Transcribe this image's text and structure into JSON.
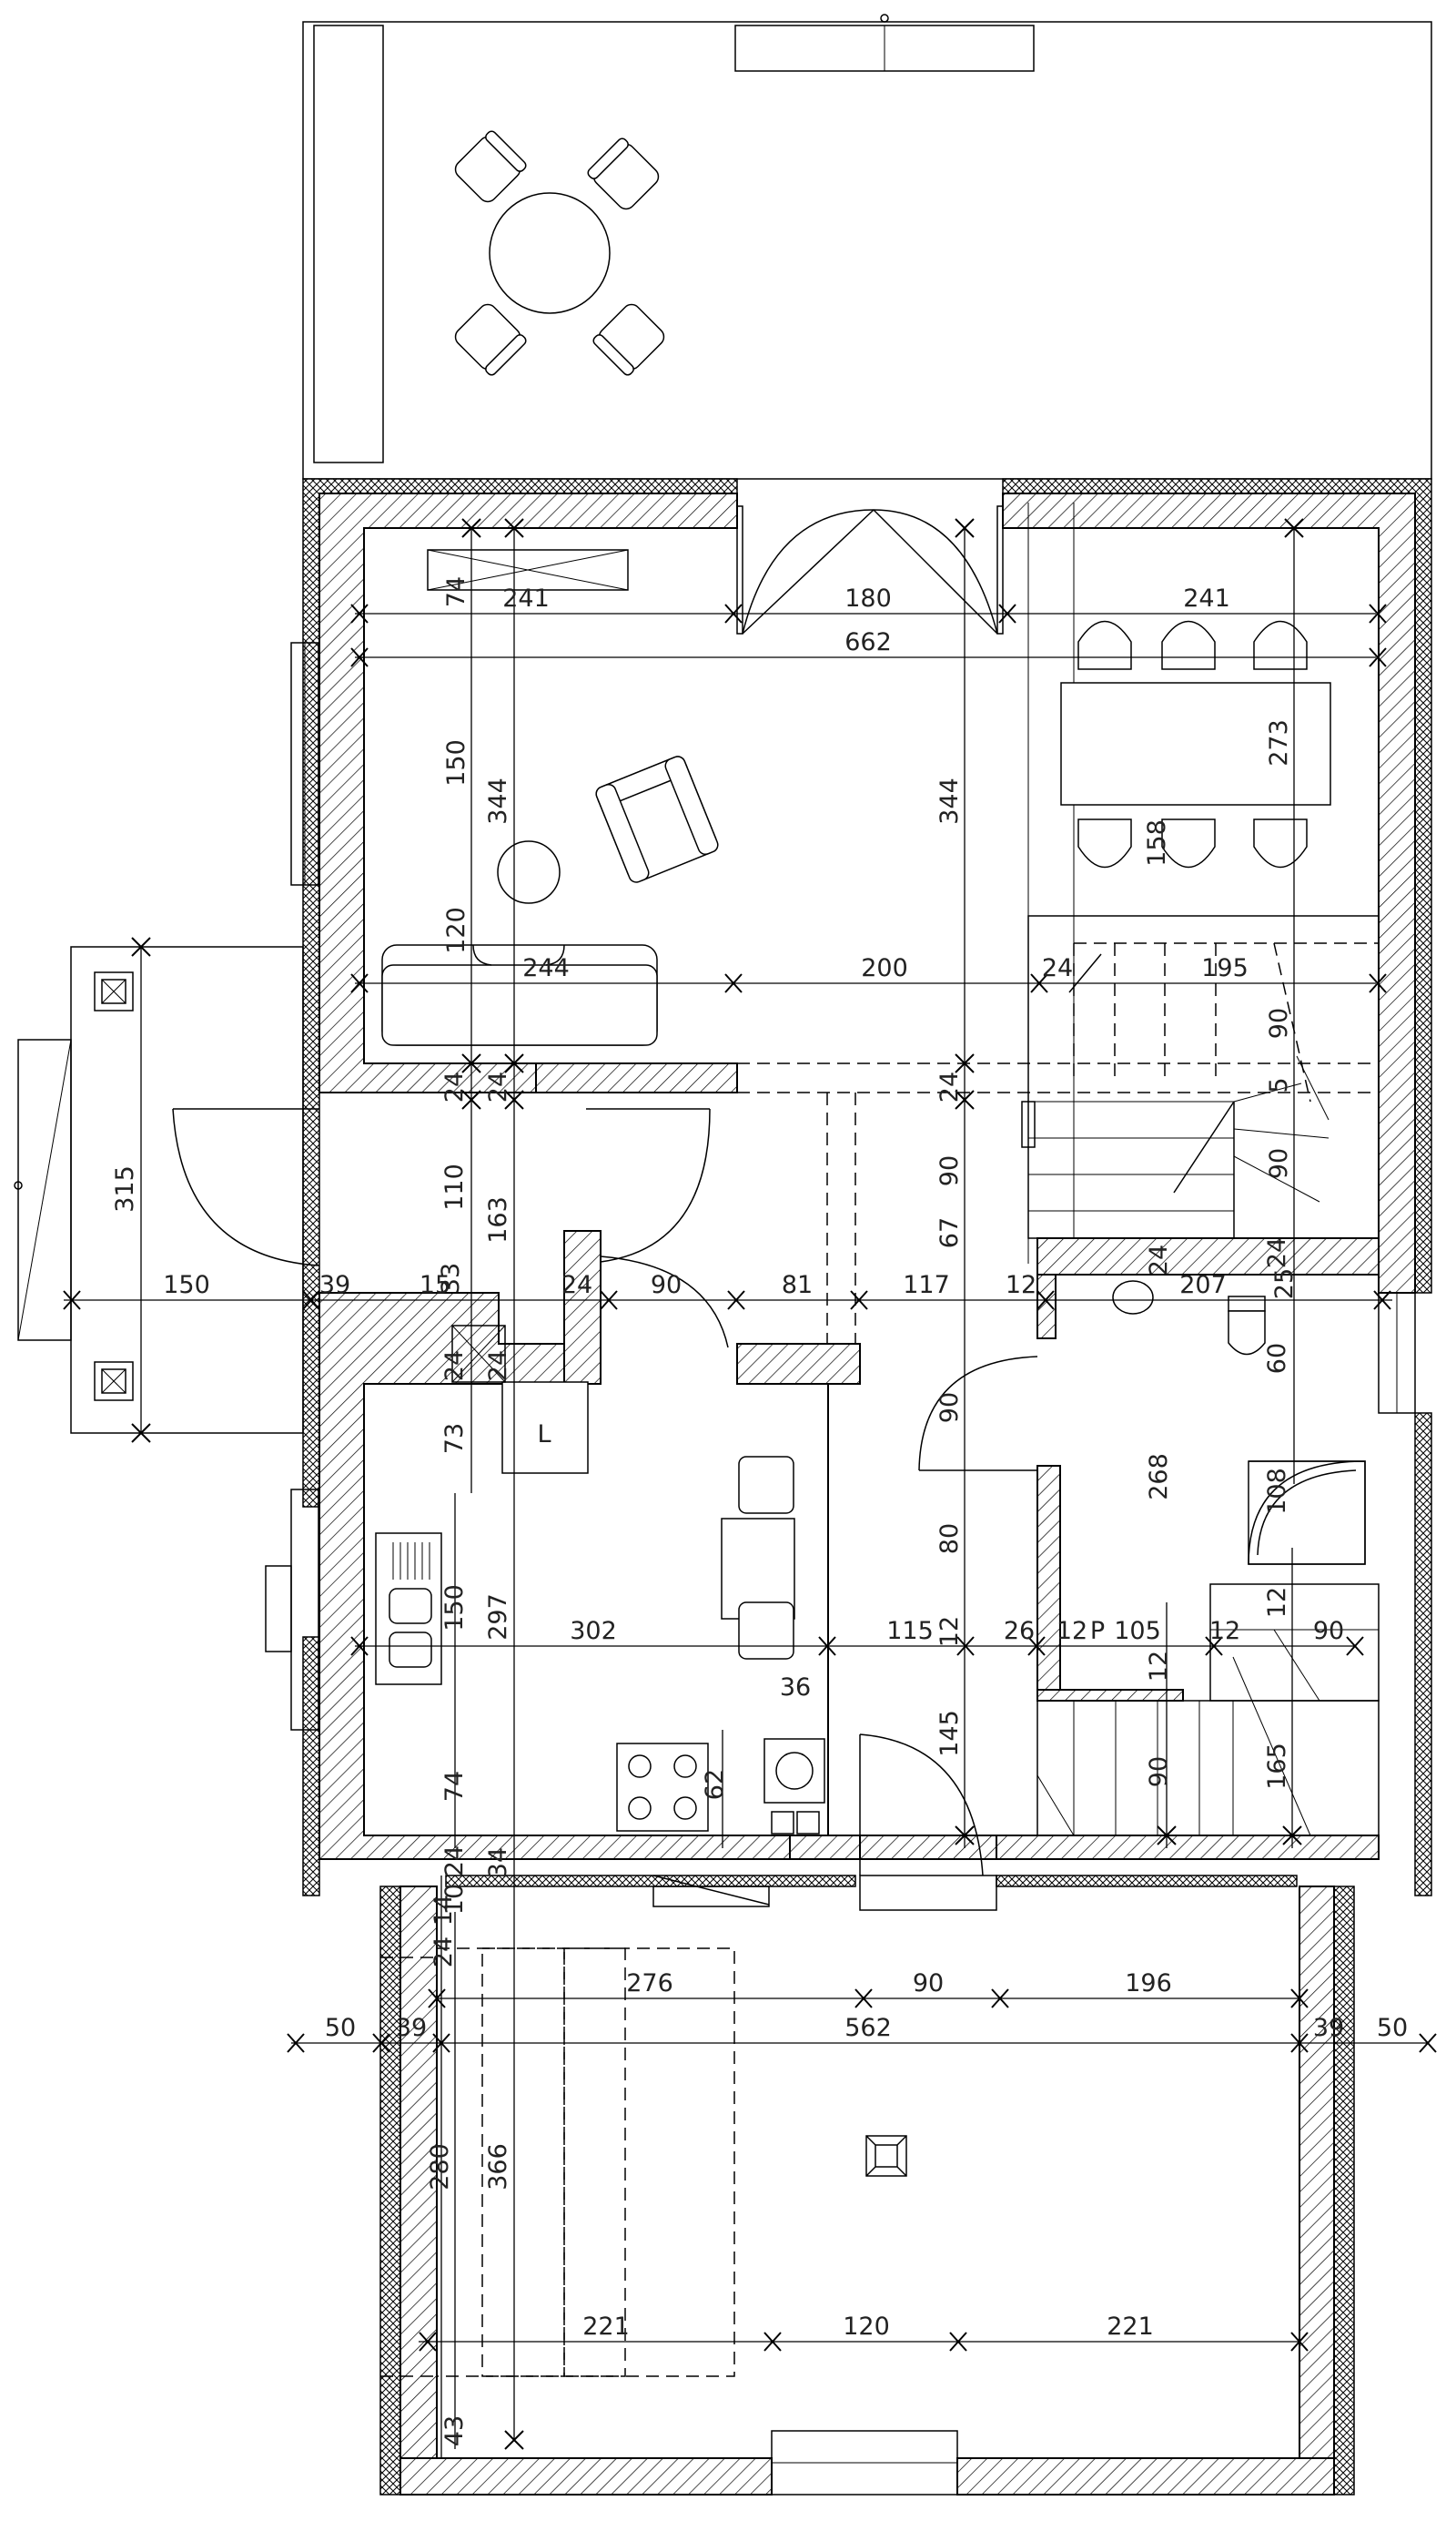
{
  "dimensions": {
    "living": {
      "h_241_top": "241",
      "d_74": "74",
      "door_180": "180",
      "total_662": "662",
      "dining_241": "241",
      "h_150": "150",
      "h_344_left": "344",
      "h_344_mid": "344",
      "table_273": "273",
      "d_158": "158",
      "h_120": "120",
      "sofa_244": "244",
      "w_200": "200",
      "w_24a": "24",
      "w_195": "195",
      "stair_90a": "90",
      "stair_5": "5",
      "stair_90b": "90"
    },
    "middle": {
      "w_24_l1": "24",
      "w_24_l2": "24",
      "w_24_m": "24",
      "entry_315": "315",
      "entry_150": "150",
      "h_110": "110",
      "h_163": "163",
      "h_90_mid": "90",
      "w_39": "39",
      "w_15": "15",
      "w_33": "33",
      "w_24b": "24",
      "door_90": "90",
      "w_81": "81",
      "w_117": "117",
      "w_67": "67",
      "w_12": "12",
      "w_24c": "24",
      "w_207": "207",
      "w_25": "25",
      "w_24d": "24",
      "wc_60": "60",
      "w_24e": "24",
      "w_24f": "24"
    },
    "kitchen": {
      "h_73": "73",
      "door_90k": "90",
      "bath_268": "268",
      "shower_108": "108",
      "door_80": "80",
      "h_150k": "150",
      "h_297": "297",
      "w_302": "302",
      "w_115": "115",
      "w_12a": "12",
      "w_26": "26",
      "w_12b": "12",
      "w_105": "105",
      "w_12c": "12",
      "w_90k": "90",
      "w_12d": "12",
      "w_12e": "12",
      "w_36": "36",
      "h_145": "145",
      "h_74k": "74",
      "w_62": "62",
      "stair_90c": "90",
      "stair_165": "165",
      "label_L": "L",
      "label_P": "P"
    },
    "garage": {
      "w_24g": "24",
      "w_10": "10",
      "w_34": "34",
      "w_14": "14",
      "w_24h": "24",
      "w_276": "276",
      "w_90g": "90",
      "w_196": "196",
      "w_50a": "50",
      "w_39a": "39",
      "total_562": "562",
      "w_39b": "39",
      "w_50b": "50",
      "h_280": "280",
      "h_366": "366",
      "w_221a": "221",
      "w_120g": "120",
      "w_221b": "221",
      "h_43": "43"
    }
  }
}
